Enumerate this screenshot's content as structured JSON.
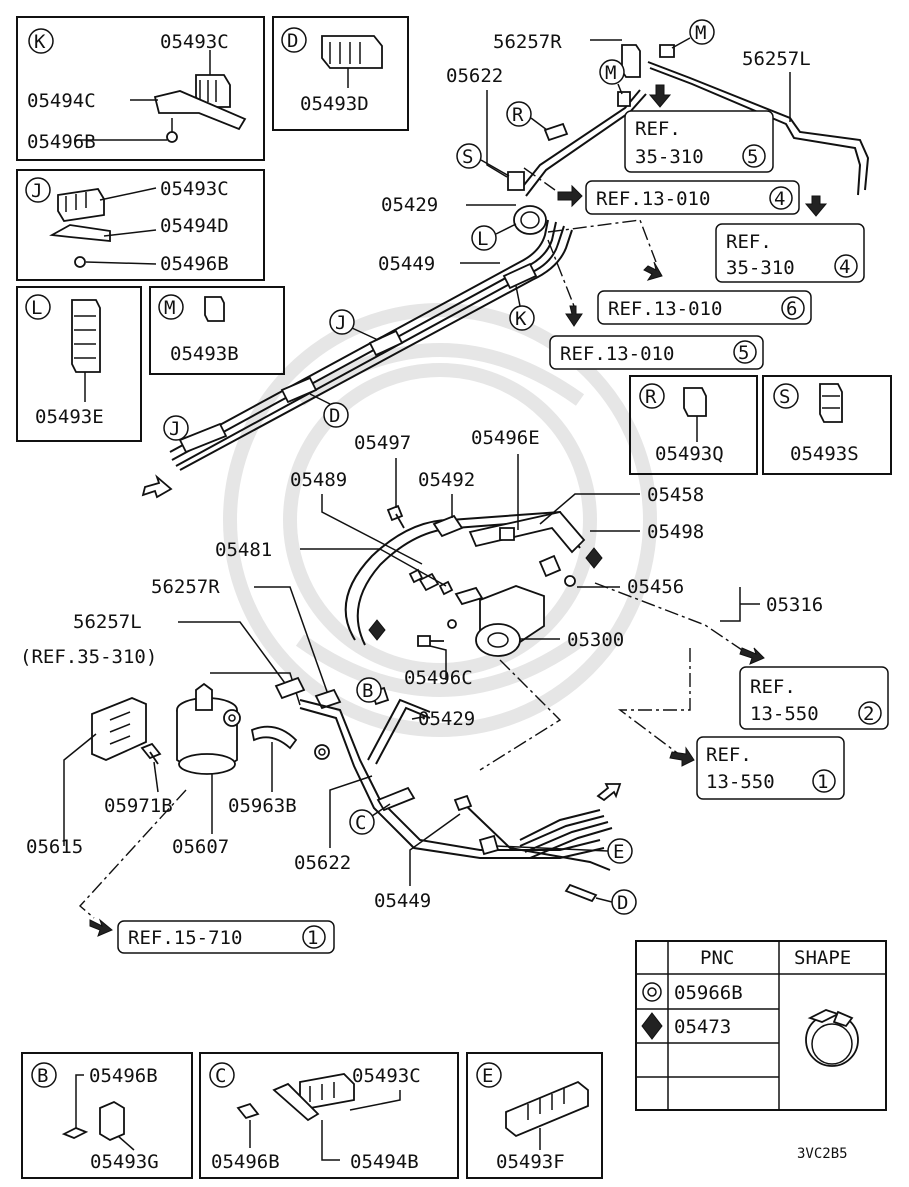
{
  "diagram_code": "3VC2B5",
  "inset_K": {
    "letter": "K",
    "p1": "05493C",
    "p2": "05494C",
    "p3": "05496B"
  },
  "inset_D": {
    "letter": "D",
    "p1": "05493D"
  },
  "inset_J": {
    "letter": "J",
    "p1": "05493C",
    "p2": "05494D",
    "p3": "05496B"
  },
  "inset_L": {
    "letter": "L",
    "p1": "05493E"
  },
  "inset_M": {
    "letter": "M",
    "p1": "05493B"
  },
  "inset_R": {
    "letter": "R",
    "p1": "05493Q"
  },
  "inset_S": {
    "letter": "S",
    "p1": "05493S"
  },
  "inset_B": {
    "letter": "B",
    "p1": "05496B",
    "p2": "05493G"
  },
  "inset_C": {
    "letter": "C",
    "p1": "05493C",
    "p2": "05496B",
    "p3": "05494B"
  },
  "inset_E": {
    "letter": "E",
    "p1": "05493F"
  },
  "callouts": {
    "c56257R_top": "56257R",
    "c56257L_top": "56257L",
    "c05622_top": "05622",
    "c05429_top": "05429",
    "c05449_top": "05449",
    "c05497": "05497",
    "c05496E": "05496E",
    "c05489": "05489",
    "c05492": "05492",
    "c05458": "05458",
    "c05498": "05498",
    "c05481": "05481",
    "c05456": "05456",
    "c05316": "05316",
    "c56257R_mid": "56257R",
    "c05300": "05300",
    "c56257L_mid": "56257L",
    "c_ref35310": "(REF.35-310)",
    "c05496C": "05496C",
    "c05429_mid": "05429",
    "c05971B": "05971B",
    "c05963B": "05963B",
    "c05615": "05615",
    "c05607": "05607",
    "c05622_bot": "05622",
    "c05449_bot": "05449"
  },
  "letters": {
    "M1": "M",
    "M2": "M",
    "R": "R",
    "S": "S",
    "L": "L",
    "K": "K",
    "J1": "J",
    "J2": "J",
    "D1": "D",
    "B": "B",
    "C": "C",
    "E": "E",
    "D2": "D"
  },
  "refs": {
    "r1_a": "REF.",
    "r1_b": "35-310",
    "r1_n": "5",
    "r2_a": "REF.13-010",
    "r2_n": "4",
    "r3_a": "REF.",
    "r3_b": "35-310",
    "r3_n": "4",
    "r4_a": "REF.13-010",
    "r4_n": "6",
    "r5_a": "REF.13-010",
    "r5_n": "5",
    "r6_a": "REF.",
    "r6_b": "13-550",
    "r6_n": "2",
    "r7_a": "REF.",
    "r7_b": "13-550",
    "r7_n": "1",
    "r8_a": "REF.15-710",
    "r8_n": "1"
  },
  "table": {
    "h_pnc": "PNC",
    "h_shape": "SHAPE",
    "row1_pnc": "05966B",
    "row2_pnc": "05473"
  }
}
